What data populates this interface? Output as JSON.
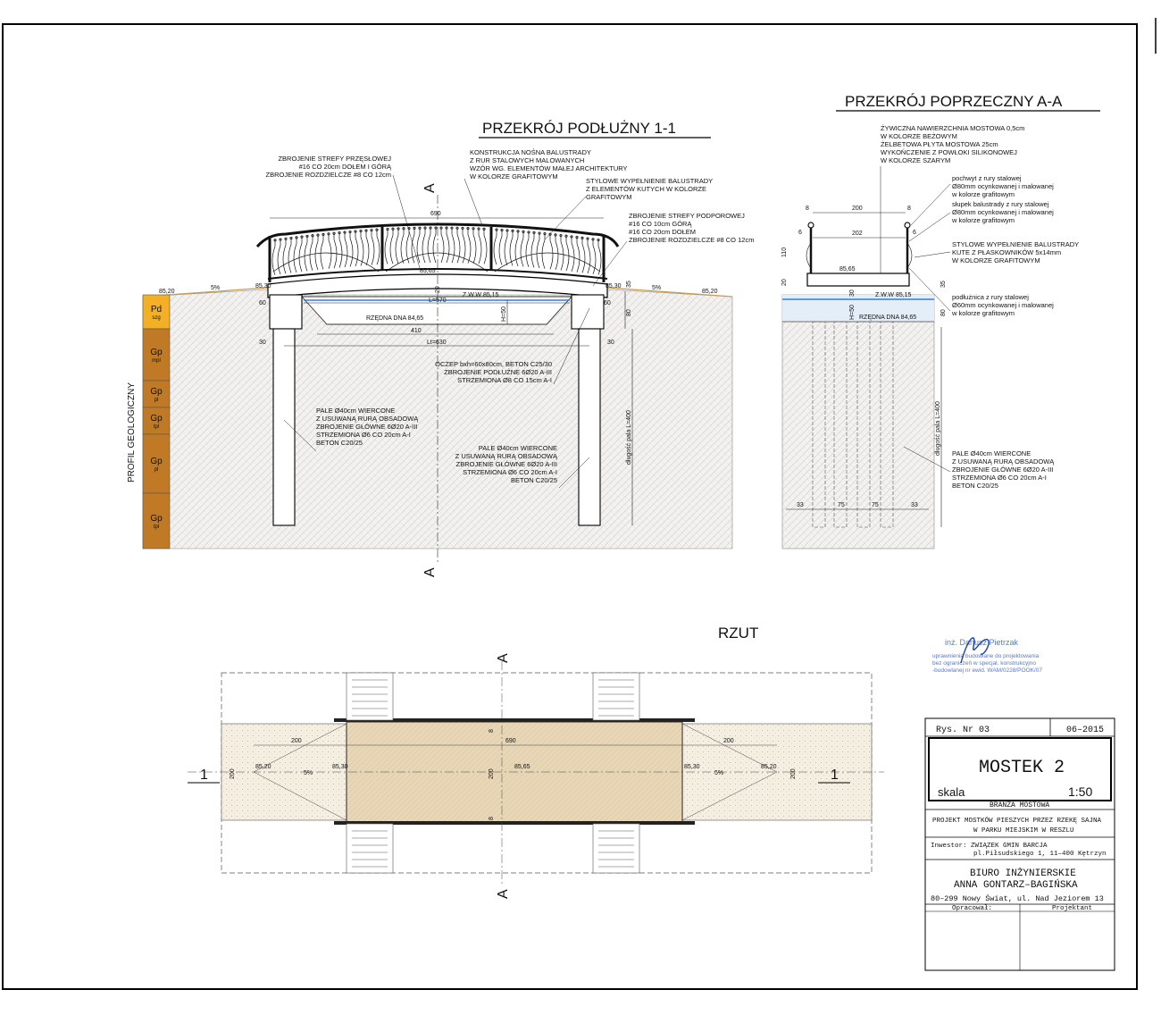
{
  "titles": {
    "longitudinal": "PRZEKRÓJ PODŁUŻNY 1-1",
    "cross": "PRZEKRÓJ POPRZECZNY A-A",
    "plan": "RZUT"
  },
  "section_marks": {
    "a": "A",
    "one": "1"
  },
  "longitudinal": {
    "notes": {
      "span_reinf": [
        "ZBROJENIE STREFY PRZĘSŁOWEJ",
        "#16 CO 20cm DOŁEM I GÓRĄ",
        "ZBROJENIE ROZDZIELCZE #8 CO 12cm"
      ],
      "railing_structure": [
        "KONSTRUKCJA NOŚNA BALUSTRADY",
        "Z RUR STALOWYCH MALOWANYCH",
        "WZÓR WG. ELEMENTÓW MAŁEJ ARCHITEKTURY",
        "W KOLORZE GRAFITOWYM"
      ],
      "railing_infill": [
        "STYLOWE WYPEŁNIENIE BALUSTRADY",
        "Z ELEMENTÓW KUTYCH W KOLORZE",
        "GRAFITOWYM"
      ],
      "support_reinf": [
        "ZBROJENIE STREFY PODPOROWEJ",
        "#16 CO 10cm GÓRĄ",
        "#16 CO 20cm DOŁEM",
        "ZBROJENIE ROZDZIELCZE #8 CO 12cm"
      ],
      "pile_cap": [
        "OCZEP bxh=60x80cm, BETON C25/30",
        "ZBROJENIE PODŁUŻNE 6Ø20 A-III",
        "STRZEMIONA Ø8 CO 15cm A-I"
      ],
      "piles_left": [
        "PALE Ø40cm WIERCONE",
        "Z USUWANĄ RURĄ OBSADOWĄ",
        "ZBROJENIE GŁÓWNE 6Ø20 A-III",
        "STRZEMIONA Ø6 CO 20cm A-I",
        "BETON C20/25"
      ],
      "piles_right": [
        "PALE Ø40cm WIERCONE",
        "Z USUWANĄ RURĄ OBSADOWĄ",
        "ZBROJENIE GŁÓWNE 6Ø20 A-III",
        "STRZEMIONA Ø6 CO 20cm A-I",
        "BETON C20/25"
      ]
    },
    "dims": {
      "top_len": "690",
      "slope_l": "5%",
      "slope_r": "5%",
      "lev_ground_l": "85,20",
      "lev_ground_r": "85,20",
      "lev_bearing_l": "85,30",
      "lev_bearing_r": "85,30",
      "lev_deck": "85,65",
      "zww": "Z.W.W 85,15",
      "bottom": "RZĘDNA DNA 84,65",
      "L": "L=570",
      "h": "H=50",
      "w410": "410",
      "lt": "Lt=630",
      "d60l": "60",
      "d60r": "60",
      "d30l": "30",
      "d30r": "30",
      "d20": "20",
      "d35": "35",
      "d80": "80",
      "pile_len": "długość pala L=400"
    },
    "geo_profile": {
      "label": "PROFIL GEOLOGICZNY",
      "layers": [
        {
          "code": "Pd",
          "sub": "szg",
          "color": "#f4b024"
        },
        {
          "code": "Gp",
          "sub": "mpl",
          "color": "#c07a26"
        },
        {
          "code": "Gp",
          "sub": "pl",
          "color": "#c07a26"
        },
        {
          "code": "Gp",
          "sub": "tpl",
          "color": "#c07a26"
        },
        {
          "code": "Gp",
          "sub": "pl",
          "color": "#c07a26"
        },
        {
          "code": "Gp",
          "sub": "tpl",
          "color": "#c07a26"
        }
      ]
    }
  },
  "cross": {
    "notes": {
      "surface": [
        "ŻYWICZNA NAWIERZCHNIA MOSTOWA 0,5cm",
        "W KOLORZE BEŻOWYM",
        "ŻELBETOWA PŁYTA MOSTOWA 25cm",
        "WYKOŃCZENIE Z POWŁOKI SILIKONOWEJ",
        "W KOLORZE SZARYM"
      ],
      "handrail": [
        "pochwyt z rury stalowej",
        "Ø80mm ocynkowanej i malowanej",
        "w kolorze grafitowym"
      ],
      "post": [
        "słupek balustrady z rury stalowej",
        "Ø80mm ocynkowanej i malowanej",
        "w kolorze grafitowym"
      ],
      "infill": [
        "STYLOWE WYPEŁNIENIE BALUSTRADY",
        "KUTE Z PŁASKOWNIKÓW 5x14mm",
        "W KOLORZE GRAFITOWYM"
      ],
      "rail_bottom": [
        "podłużnica z rury stalowej",
        "Ø60mm ocynkowanej i malowanej",
        "w kolorze grafitowym"
      ],
      "piles": [
        "PALE Ø40cm WIERCONE",
        "Z USUWANĄ RURĄ OBSADOWĄ",
        "ZBROJENIE GŁÓWNE 6Ø20 A-III",
        "STRZEMIONA Ø6 CO 20cm A-I",
        "BETON C20/25"
      ]
    },
    "dims": {
      "w200": "200",
      "w202": "202",
      "e8l": "8",
      "e8r": "8",
      "s6l": "6",
      "s6r": "6",
      "h110": "110",
      "h20": "20",
      "h30": "30",
      "h35": "35",
      "h80": "80",
      "h50": "H=50",
      "deck": "85,65",
      "zww": "Z.W.W 85,15",
      "bottom": "RZĘDNA DNA 84,65",
      "pile_len": "długość pala L=400",
      "p33l": "33",
      "p75a": "75",
      "p75b": "75",
      "p33r": "33"
    }
  },
  "plan": {
    "dims": {
      "d200l": "200",
      "d690": "690",
      "d200r": "200",
      "w200l": "200",
      "w200c": "200",
      "w200r": "200",
      "e8t": "8",
      "e8b": "8",
      "lev_l": "85,20",
      "lev_bl": "85,30",
      "lev_c": "85,65",
      "lev_br": "85,30",
      "lev_r": "85,20",
      "slope_l": "5%",
      "slope_r": "5%"
    }
  },
  "stamp": {
    "name": "inż. Dariusz Pietrzak",
    "lines": [
      "uprawnienia budowlane do projektowania",
      "bez ograniczeń w specjal. konstrukcyjno",
      "-budowlanej nr ewid. WAM/0228/POOK/07"
    ]
  },
  "title_block": {
    "sheet_no": "Rys. Nr 03",
    "date": "06–2015",
    "title": "MOSTEK 2",
    "scale_label": "skala",
    "scale": "1:50",
    "branch": "BRANŻA MOSTOWA",
    "project_1": "PROJEKT MOSTKÓW PIESZYCH PRZEZ RZEKĘ SAJNA",
    "project_2": "W PARKU MIEJSKIM W RESZLU",
    "investor_1": "Inwestor: ZWIĄZEK GMIN BARCJA",
    "investor_2": "pl.Piłsudskiego 1, 11–400 Kętrzyn",
    "office_1": "BIURO INŻYNIERSKIE",
    "office_2": "ANNA GONTARZ–BAGIŃSKA",
    "address": "80–299 Nowy Świat, ul. Nad Jeziorem 13",
    "prepared": "Opracował:",
    "designer": "Projektant"
  }
}
